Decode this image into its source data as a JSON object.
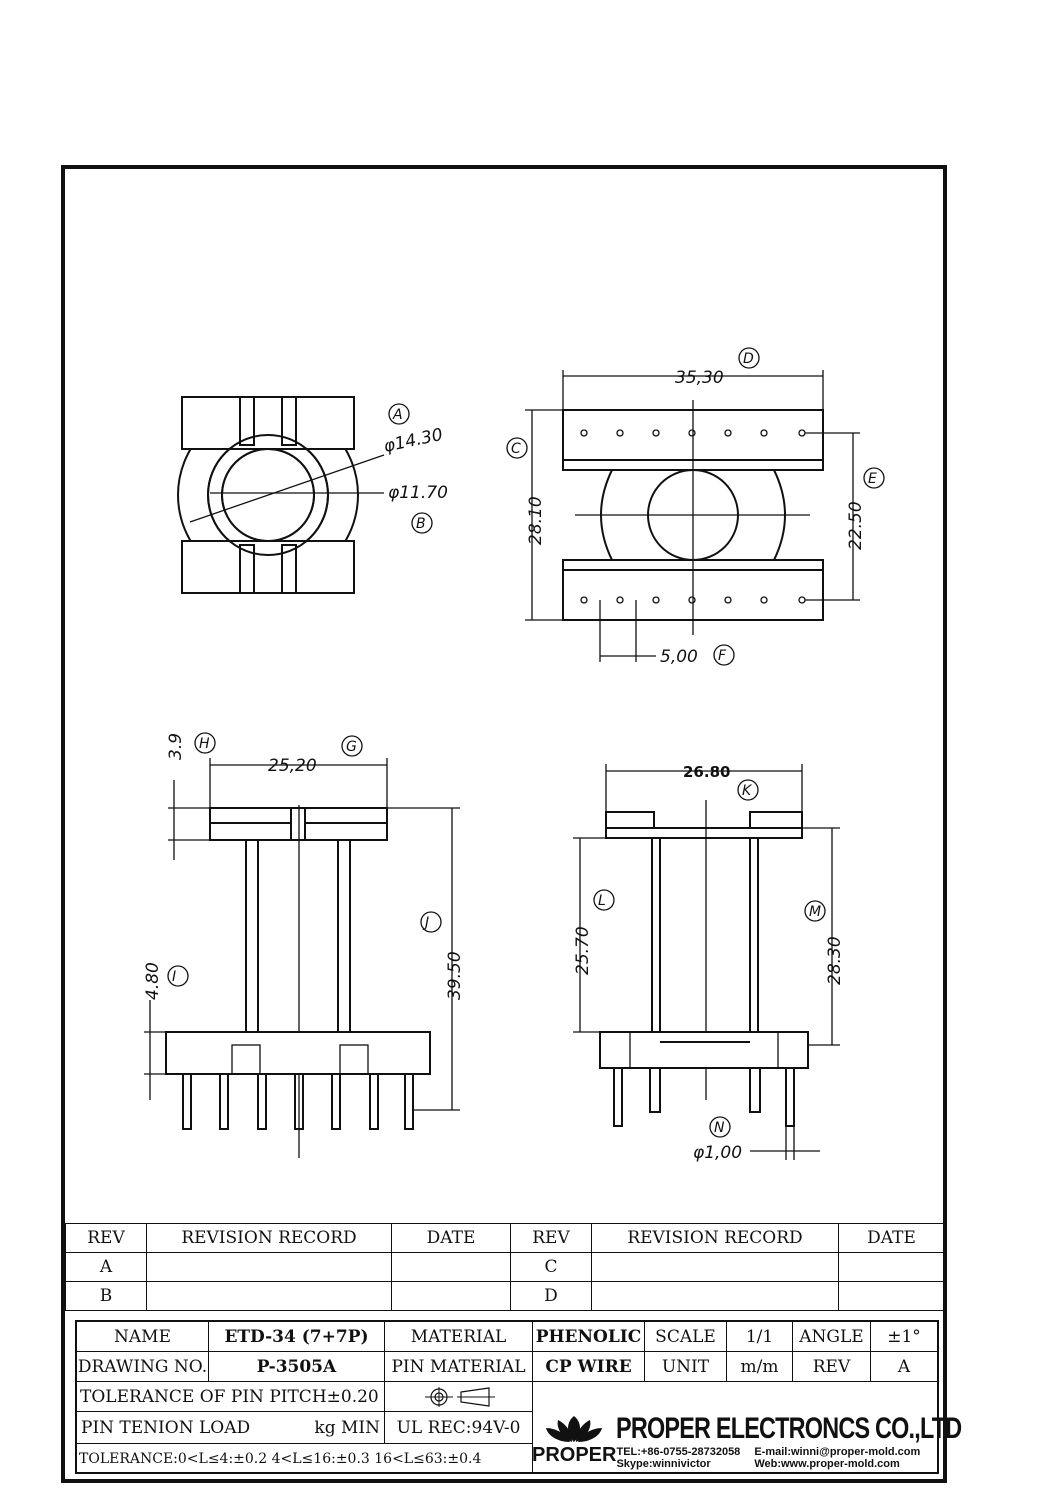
{
  "drawing": {
    "dimensions": {
      "A_d": "φ14.30",
      "B_d": "φ11.70",
      "D": "35,30",
      "C": "28.10",
      "E": "22.50",
      "F": "5,00",
      "H": "3.9",
      "G": "25,20",
      "J": "39.50",
      "I": "4.80",
      "K": "26.80",
      "L": "25.70",
      "M": "28.30",
      "N": "φ1,00"
    },
    "labels": {
      "A": "A",
      "B": "B",
      "C": "C",
      "D": "D",
      "E": "E",
      "F": "F",
      "G": "G",
      "H": "H",
      "I": "I",
      "J": "J",
      "K": "K",
      "L": "L",
      "M": "M",
      "N": "N"
    }
  },
  "revision": {
    "headers": [
      "REV",
      "REVISION RECORD",
      "DATE",
      "REV",
      "REVISION RECORD",
      "DATE"
    ],
    "rows": [
      {
        "rev1": "A",
        "rev2": "C"
      },
      {
        "rev1": "B",
        "rev2": "D"
      }
    ]
  },
  "title_block": {
    "name_label": "NAME",
    "name_value": "ETD-34 (7+7P)",
    "material_label": "MATERIAL",
    "material_value": "PHENOLIC",
    "scale_label": "SCALE",
    "scale_value": "1/1",
    "angle_label": "ANGLE",
    "angle_value": "±1°",
    "drawing_no_label": "DRAWING NO.",
    "drawing_no_value": "P-3505A",
    "pin_material_label": "PIN MATERIAL",
    "pin_material_value": "CP WIRE",
    "unit_label": "UNIT",
    "unit_value": "m/m",
    "rev_label": "REV",
    "rev_value": "A",
    "tol_pitch": "TOLERANCE OF PIN PITCH±0.20",
    "pin_load_label": "PIN TENION LOAD",
    "pin_load_unit": "kg MIN",
    "ul": "UL REC:94V-0",
    "tolerance": "TOLERANCE:0<L≤4:±0.2  4<L≤16:±0.3  16<L≤63:±0.4",
    "company": "PROPER ELECTRONCS CO.,LTD",
    "logo_text": "PROPER",
    "tel": "TEL:+86-0755-28732058",
    "skype": "Skype:winnivictor",
    "email": "E-mail:winni@proper-mold.com",
    "web": "Web:www.proper-mold.com"
  }
}
